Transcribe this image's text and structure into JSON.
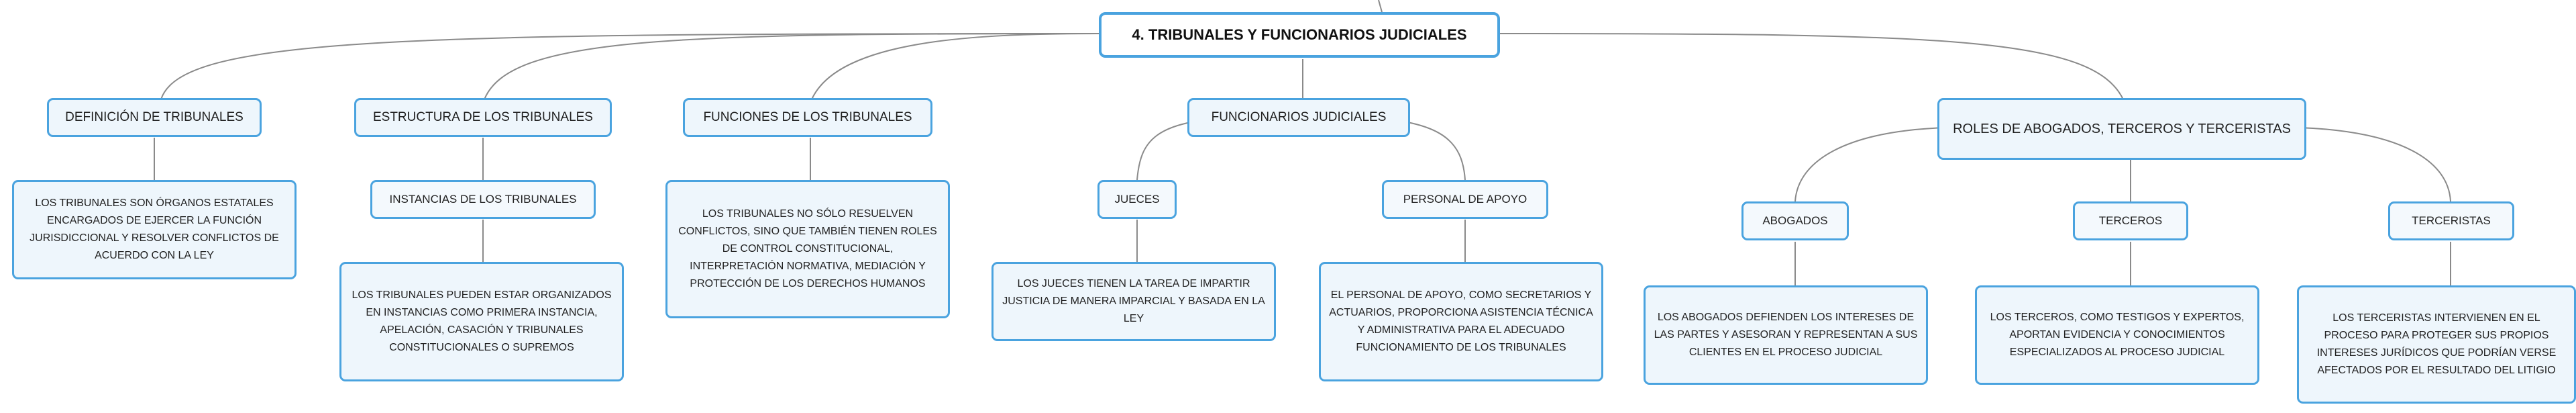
{
  "root": {
    "label": "4. TRIBUNALES Y FUNCIONARIOS JUDICIALES"
  },
  "topics": {
    "definicion": {
      "label": "DEFINICIÓN DE TRIBUNALES",
      "desc": "LOS TRIBUNALES SON ÓRGANOS ESTATALES ENCARGADOS DE EJERCER LA FUNCIÓN JURISDICCIONAL Y RESOLVER CONFLICTOS DE ACUERDO CON LA LEY"
    },
    "estructura": {
      "label": "ESTRUCTURA DE LOS TRIBUNALES",
      "sub": "INSTANCIAS DE LOS TRIBUNALES",
      "desc": "LOS TRIBUNALES PUEDEN ESTAR ORGANIZADOS EN INSTANCIAS COMO PRIMERA INSTANCIA, APELACIÓN, CASACIÓN Y TRIBUNALES CONSTITUCIONALES O SUPREMOS"
    },
    "funciones": {
      "label": "FUNCIONES DE LOS TRIBUNALES",
      "desc": "LOS TRIBUNALES NO SÓLO RESUELVEN CONFLICTOS, SINO QUE TAMBIÉN TIENEN ROLES DE CONTROL CONSTITUCIONAL, INTERPRETACIÓN NORMATIVA, MEDIACIÓN Y PROTECCIÓN DE LOS DERECHOS HUMANOS"
    },
    "funcionarios": {
      "label": "FUNCIONARIOS JUDICIALES",
      "jueces": {
        "label": "JUECES",
        "desc": "LOS JUECES TIENEN LA TAREA DE IMPARTIR JUSTICIA DE MANERA IMPARCIAL Y BASADA EN LA LEY"
      },
      "personal": {
        "label": "PERSONAL DE APOYO",
        "desc": "EL PERSONAL DE APOYO, COMO SECRETARIOS Y ACTUARIOS, PROPORCIONA ASISTENCIA TÉCNICA Y ADMINISTRATIVA PARA EL ADECUADO FUNCIONAMIENTO DE LOS TRIBUNALES"
      }
    },
    "roles": {
      "label": "ROLES DE ABOGADOS, TERCEROS Y TERCERISTAS",
      "abogados": {
        "label": "ABOGADOS",
        "desc": "LOS ABOGADOS DEFIENDEN LOS INTERESES DE LAS PARTES Y ASESORAN Y REPRESENTAN A SUS CLIENTES EN EL PROCESO JUDICIAL"
      },
      "terceros": {
        "label": "TERCEROS",
        "desc": "LOS TERCEROS, COMO TESTIGOS Y EXPERTOS, APORTAN EVIDENCIA Y CONOCIMIENTOS ESPECIALIZADOS AL PROCESO JUDICIAL"
      },
      "terceristas": {
        "label": "TERCERISTAS",
        "desc": "LOS TERCERISTAS INTERVIENEN EN EL PROCESO PARA PROTEGER SUS PROPIOS INTERESES JURÍDICOS QUE PODRÍAN VERSE AFECTADOS POR EL RESULTADO DEL LITIGIO"
      }
    }
  },
  "colors": {
    "border": "#4aa3df",
    "fill": "#eef6fc",
    "line": "#8a8a8a"
  }
}
